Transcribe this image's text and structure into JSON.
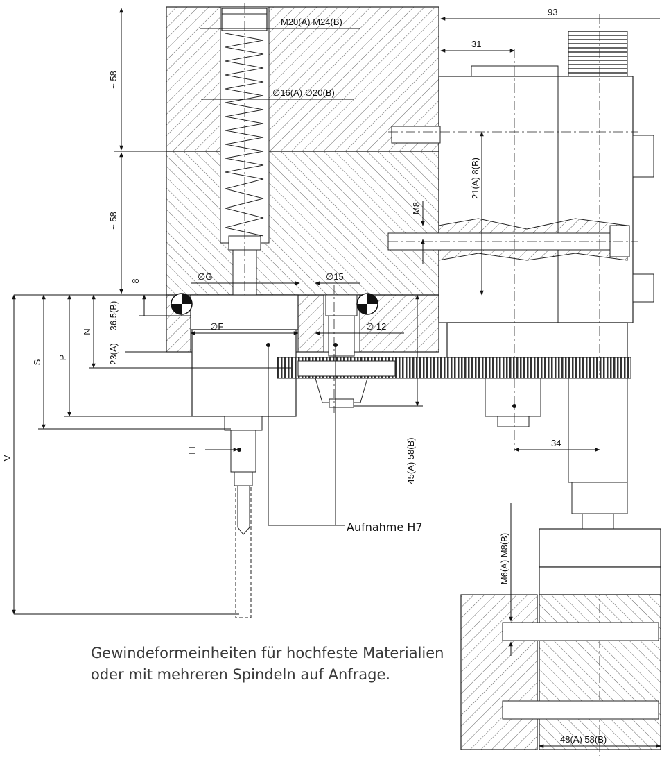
{
  "dimensions": {
    "d93": "93",
    "d31": "31",
    "d34": "34",
    "thread_top": "M20(A) M24(B)",
    "spring_dia": "∅16(A) ∅20(B)",
    "top_58": "~ 58",
    "mid_58": "~ 58",
    "dia_g": "∅G",
    "dia_15": "∅15",
    "dia_f": "∅F",
    "dia_12": "∅ 12",
    "d8": "8",
    "n": "N",
    "s": "S",
    "p": "P",
    "v": "V",
    "d36_5b": "36.5(B)",
    "d23a": "23(A)",
    "d21a8b": "21(A)   8(B)",
    "m8": "M8",
    "d45a58b": "45(A) 58(B)",
    "m6a_m8b": "M6(A)   M8(B)",
    "d48a58b": "48(A)   58(B)",
    "square_symbol": "□"
  },
  "labels": {
    "aufnahme": "Aufnahme H7"
  },
  "caption": {
    "line1": "Gewindeformeinheiten für hochfeste Materialien",
    "line2": "oder mit mehreren Spindeln auf Anfrage."
  },
  "colors": {
    "line": "#222222",
    "hatch": "#555555",
    "text": "#3a3a3a"
  }
}
